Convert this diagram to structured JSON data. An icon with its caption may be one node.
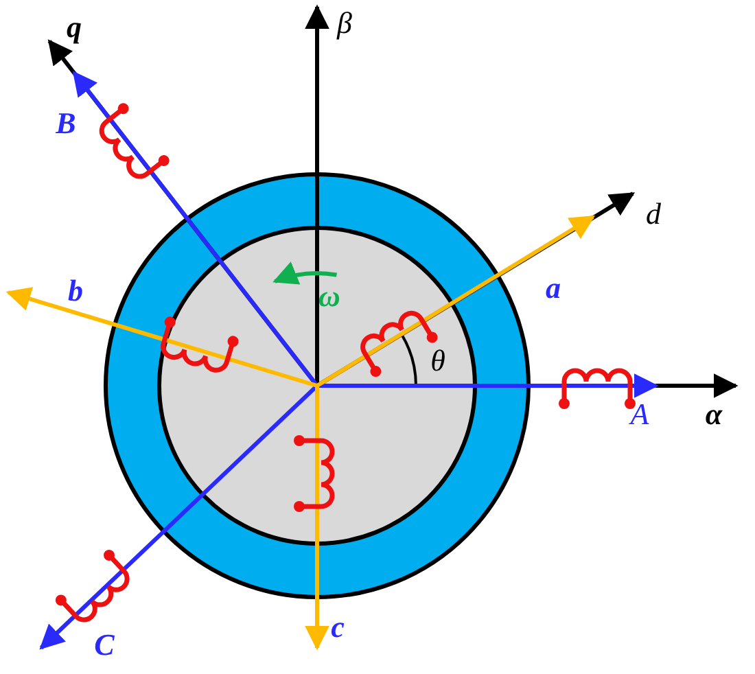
{
  "diagram": {
    "labels": [
      "β",
      "q",
      "B",
      "d",
      "b",
      "a",
      "ω",
      "θ",
      "A",
      "α",
      "c",
      "C"
    ]
  }
}
